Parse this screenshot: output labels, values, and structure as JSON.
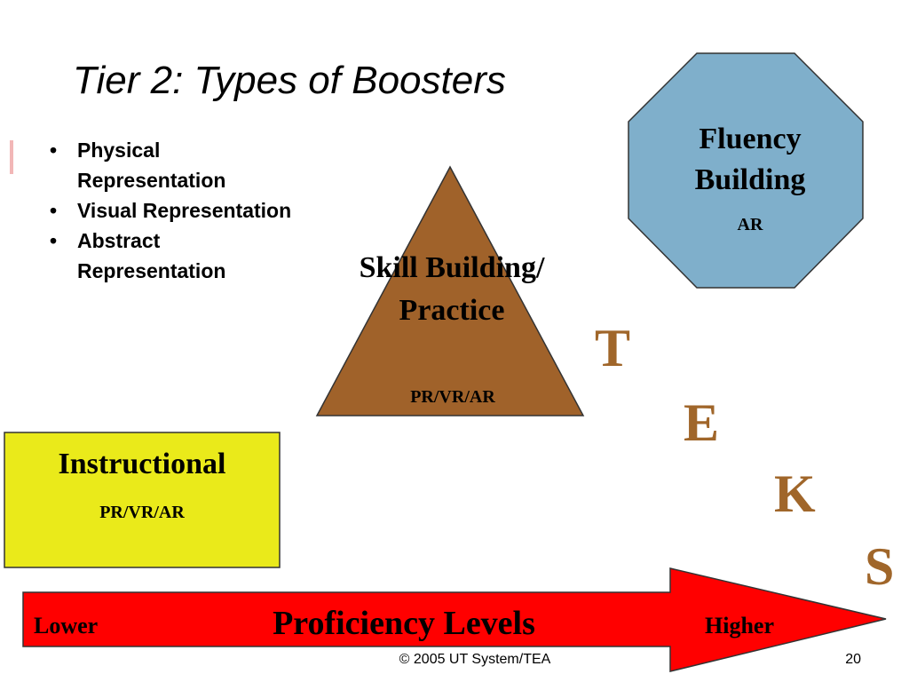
{
  "slide": {
    "title": "Tier 2: Types of Boosters",
    "bullets": [
      {
        "label": "Physical Representation"
      },
      {
        "label": "Visual Representation"
      },
      {
        "label": "Abstract Representation"
      }
    ],
    "bullet_char": "•"
  },
  "shapes": {
    "fluency": {
      "title": "Fluency Building",
      "sub": "AR",
      "color": "#7fafcb",
      "shape": "octagon"
    },
    "skill": {
      "title": "Skill Building/ Practice",
      "sub": "PR/VR/AR",
      "color": "#a0622a",
      "shape": "triangle"
    },
    "instructional": {
      "title": "Instructional",
      "sub": "PR/VR/AR",
      "color": "#eaea1a",
      "shape": "rectangle"
    }
  },
  "teks": {
    "letters": [
      "T",
      "E",
      "K",
      "S"
    ],
    "color": "#a0662a"
  },
  "arrow": {
    "title": "Proficiency Levels",
    "left_label": "Lower",
    "right_label": "Higher",
    "color": "#ff0000"
  },
  "footer": {
    "copyright": "© 2005 UT System/TEA",
    "page": "20"
  }
}
